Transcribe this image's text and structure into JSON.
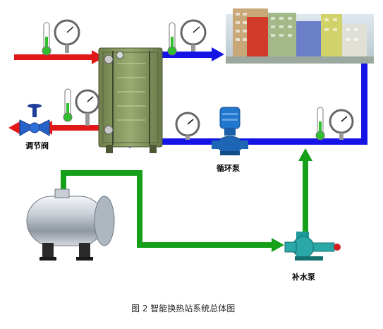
{
  "labels": {
    "valve": "调节阀",
    "circ_pump": "循环泵",
    "makeup_pump": "补水泵",
    "caption": "图 2 智能换热站系统总体图"
  },
  "colors": {
    "hot_line": "#e01818",
    "return_line": "#1414e6",
    "makeup_line": "#16a01a",
    "pump_blue": "#2277cc",
    "tank_steel": "#b9c0c8",
    "hex_green": "#8a9a63"
  }
}
